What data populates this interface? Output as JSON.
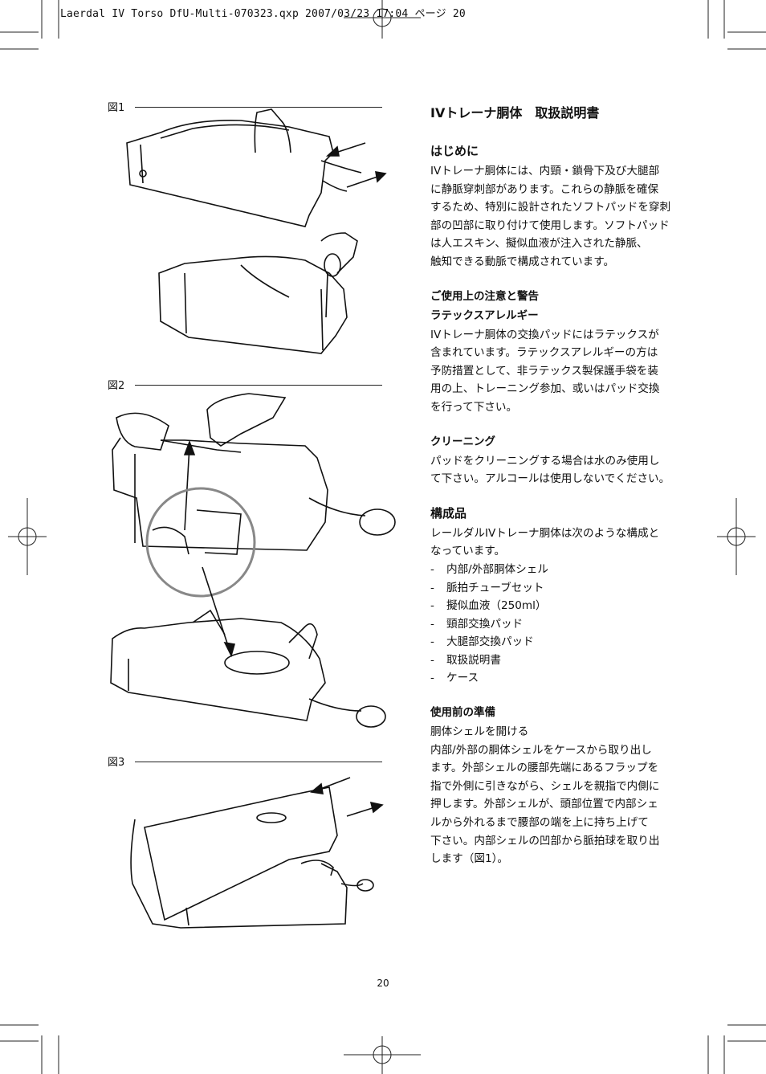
{
  "header": "Laerdal IV Torso DfU-Multi-070323.qxp  2007/03/23  17:04  ページ 20",
  "figures": [
    "図1",
    "図2",
    "図3"
  ],
  "title": "IVトレーナ胴体　取扱説明書",
  "intro": {
    "heading": "はじめに",
    "lines": [
      "IVトレーナ胴体には、内頸・鎖骨下及び大腿部",
      "に静脈穿刺部があります。これらの静脈を確保",
      "するため、特別に設計されたソフトパッドを穿刺",
      "部の凹部に取り付けて使用します。ソフトパッド",
      "は人エスキン、擬似血液が注入された静脈、",
      "触知できる動脈で構成されています。"
    ]
  },
  "cautions": {
    "heading": "ご使用上の注意と警告",
    "latex_heading": "ラテックスアレルギー",
    "latex_lines": [
      "IVトレーナ胴体の交換パッドにはラテックスが",
      "含まれています。ラテックスアレルギーの方は",
      "予防措置として、非ラテックス製保護手袋を装",
      "用の上、トレーニング参加、或いはパッド交換",
      "を行って下さい。"
    ],
    "cleaning_heading": "クリーニング",
    "cleaning_lines": [
      "パッドをクリーニングする場合は水のみ使用し",
      "て下さい。アルコールは使用しないでください。"
    ]
  },
  "components": {
    "heading": "構成品",
    "lines": [
      "レールダルIVトレーナ胴体は次のような構成と",
      "なっています。"
    ],
    "items": [
      "内部/外部胴体シェル",
      "脈拍チューブセット",
      "擬似血液（250ml）",
      "頸部交換パッド",
      "大腿部交換パッド",
      "取扱説明書",
      "ケース"
    ]
  },
  "preparation": {
    "heading": "使用前の準備",
    "sub": "胴体シェルを開ける",
    "lines": [
      "内部/外部の胴体シェルをケースから取り出し",
      "ます。外部シェルの腰部先端にあるフラップを",
      "指で外側に引きながら、シェルを親指で内側に",
      "押します。外部シェルが、頭部位置で内部シェ",
      "ルから外れるまで腰部の端を上に持ち上げて",
      "下さい。内部シェルの凹部から脈拍球を取り出",
      "します（図1）。"
    ]
  },
  "page_number": "20"
}
